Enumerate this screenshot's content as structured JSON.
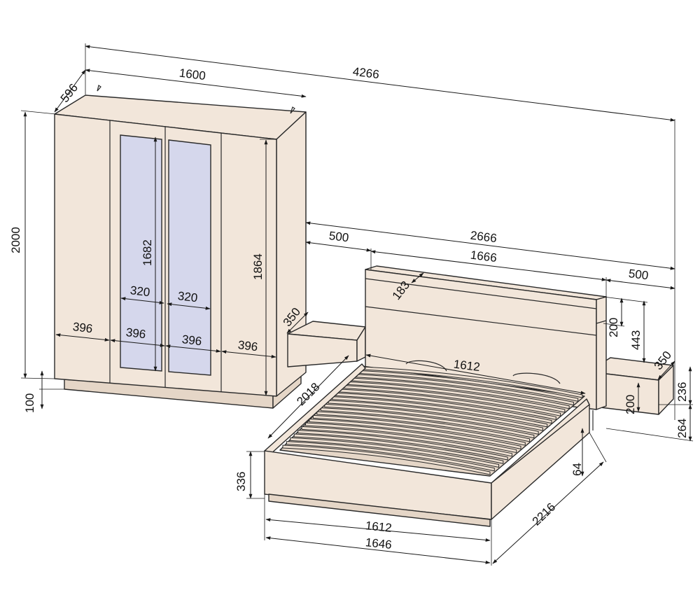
{
  "diagram": {
    "dimensions": {
      "total_width": "4266",
      "wardrobe_depth": "596",
      "wardrobe_width": "1600",
      "wardrobe_height": "2000",
      "plinth_height": "100",
      "door_height": "1864",
      "mirror_height": "1682",
      "mirror_width_left": "320",
      "mirror_width_right": "320",
      "door_width_1": "396",
      "door_width_2": "396",
      "door_width_3": "396",
      "door_width_4": "396",
      "gap_to_bed": "2666",
      "left_offset": "500",
      "headboard_width": "1666",
      "right_offset": "500",
      "headboard_shelf_depth": "183",
      "left_nightstand_depth": "350",
      "right_nightstand_depth": "350",
      "shelf_height": "200",
      "shelf_top_height": "443",
      "nightstand_height": "236",
      "nightstand_drawer_height": "200",
      "nightstand_floor_gap": "264",
      "slat_frame_width": "1612",
      "bed_inner_length": "2018",
      "bed_frame_height": "336",
      "bed_leg_height": "64",
      "bed_length": "2216",
      "bed_inner_width": "1612",
      "bed_outer_width": "1646"
    }
  }
}
